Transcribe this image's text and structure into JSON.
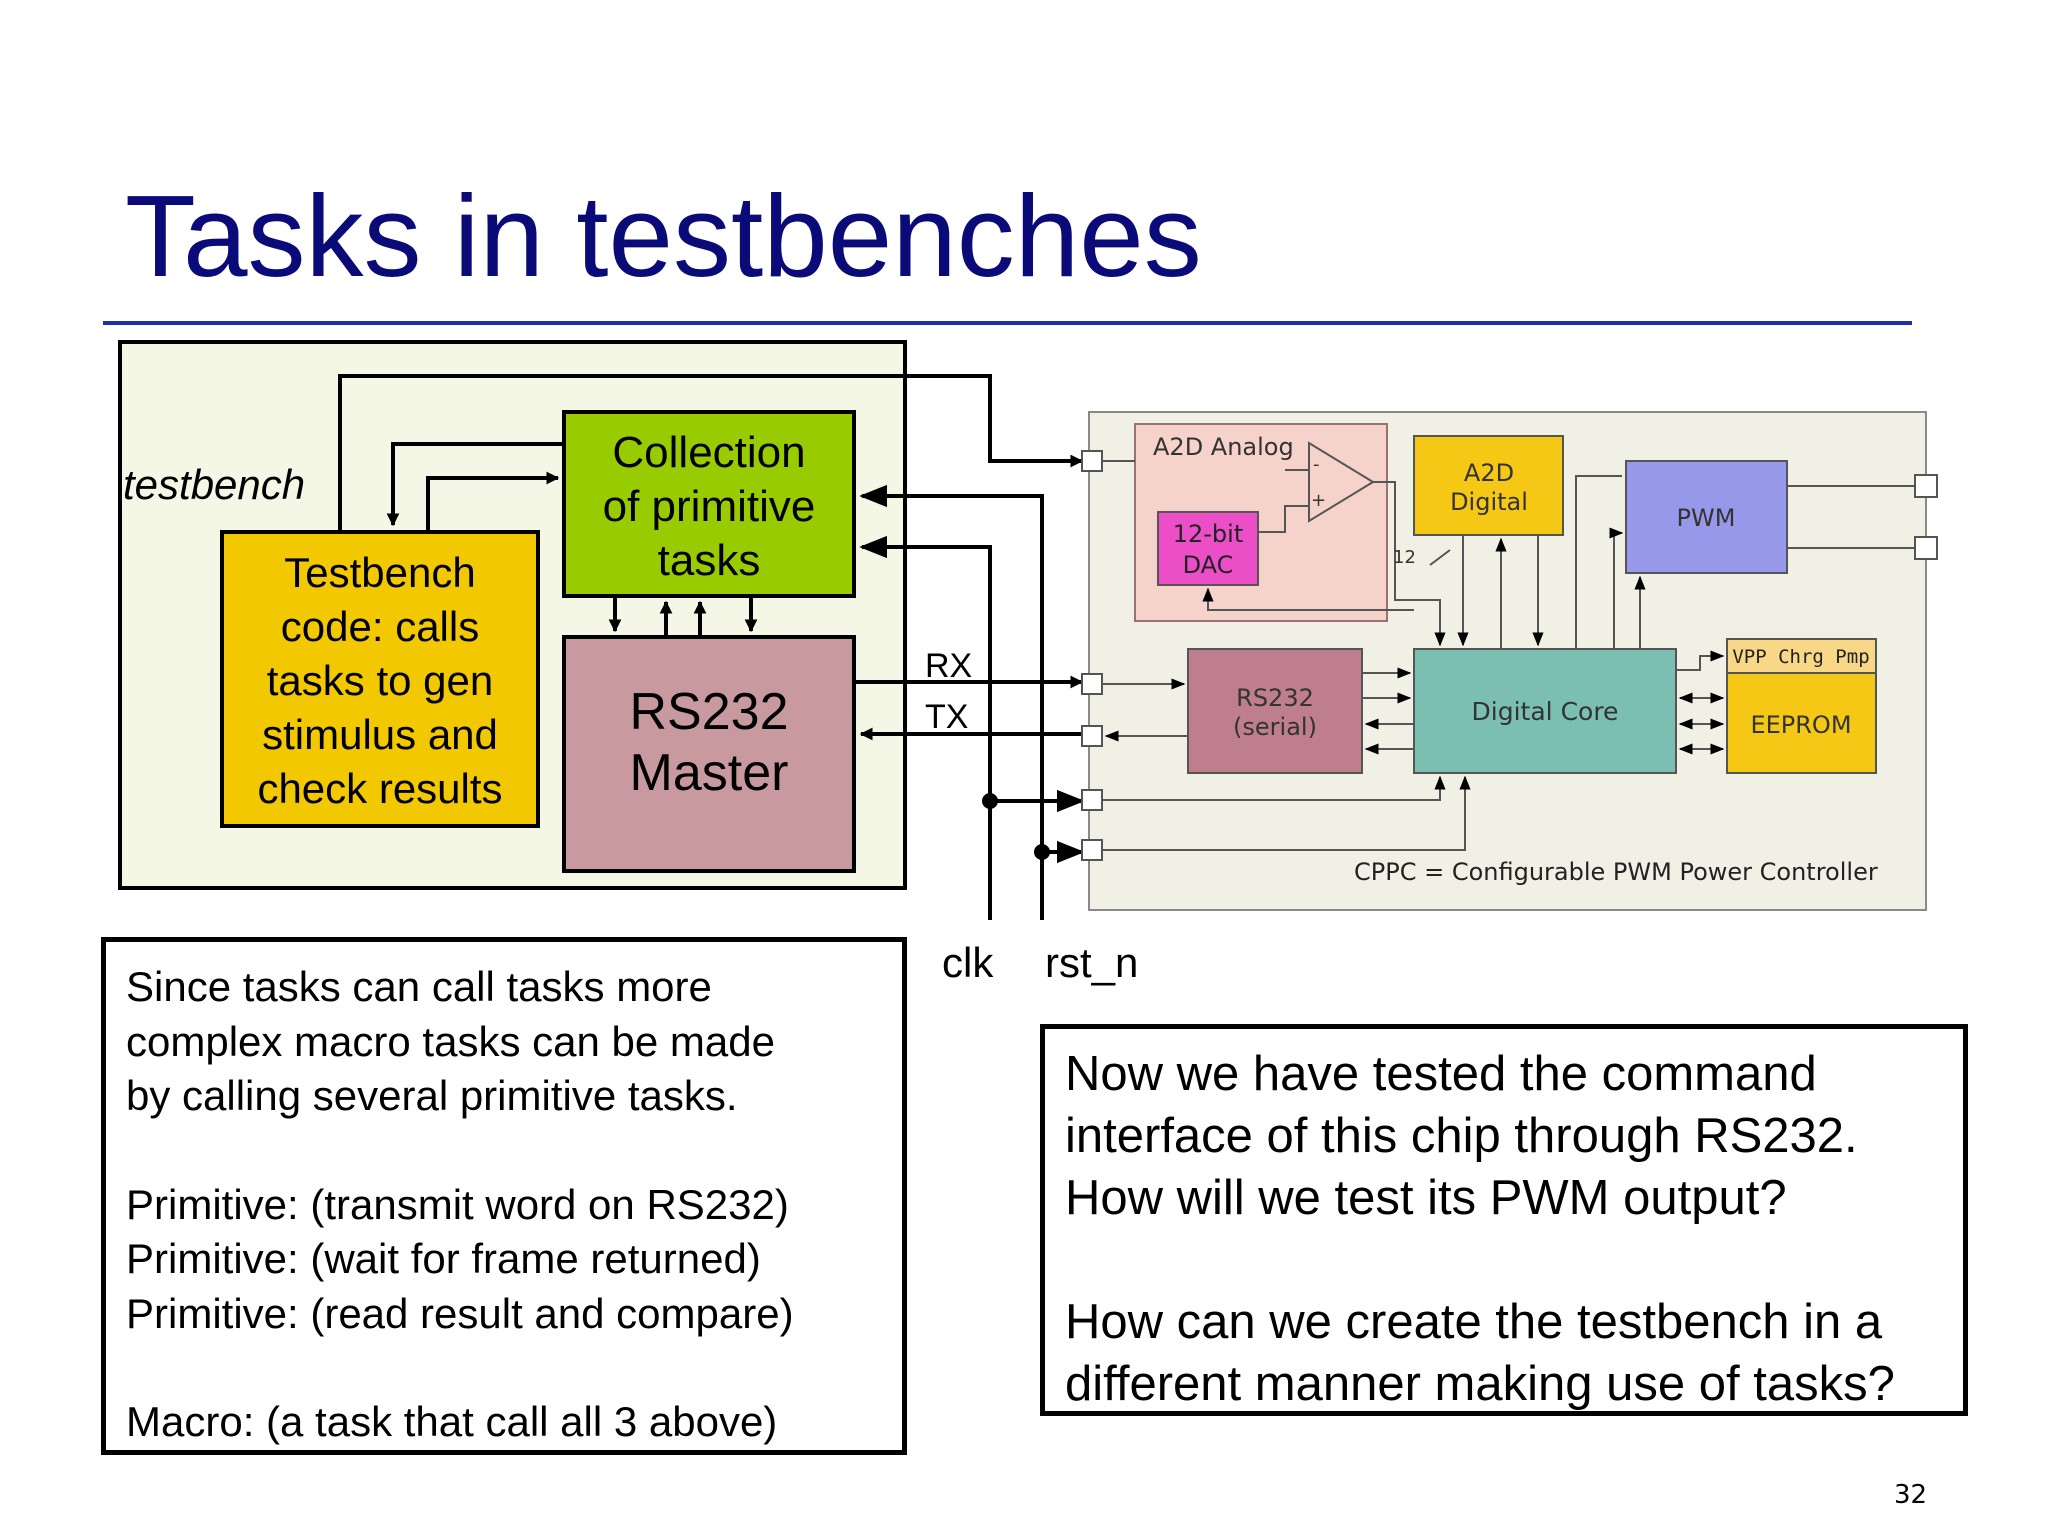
{
  "slide": {
    "title": "Tasks in testbenches",
    "page_number": "32"
  },
  "testbench": {
    "label": "testbench",
    "code_box": "Testbench code: calls tasks to gen stimulus and check results",
    "code_lines": [
      "Testbench",
      "code: calls",
      "tasks to gen",
      "stimulus and",
      "check results"
    ],
    "primitive_lines": [
      "Collection",
      "of primitive",
      "tasks"
    ],
    "rs232_master_lines": [
      "RS232",
      "Master"
    ]
  },
  "signals": {
    "rx": "RX",
    "tx": "TX",
    "clk": "clk",
    "rst_n": "rst_n"
  },
  "chip": {
    "a2d_analog": "A2D Analog",
    "dac_lines": [
      "12-bit",
      "DAC"
    ],
    "bus_width": "12",
    "a2d_digital_lines": [
      "A2D",
      "Digital"
    ],
    "pwm": "PWM",
    "rs232_serial_lines": [
      "RS232",
      "(serial)"
    ],
    "digital_core": "Digital Core",
    "vpp": "VPP Chrg Pmp",
    "eeprom": "EEPROM",
    "caption": "CPPC = Configurable PWM Power Controller",
    "comparator_minus": "-",
    "comparator_plus": "+"
  },
  "note_left": {
    "lines_a": [
      "Since tasks can call tasks more",
      "complex macro tasks can be made",
      "by calling several primitive tasks."
    ],
    "lines_b": [
      "Primitive: (transmit word on RS232)",
      "Primitive: (wait for frame returned)",
      "Primitive: (read result and compare)"
    ],
    "line_c": "Macro: (a task that call all 3 above)"
  },
  "note_right": {
    "lines_a": [
      "Now we have tested the command",
      "interface of this chip through RS232.",
      "How will we test its PWM output?"
    ],
    "lines_b": [
      "How can we create the testbench in a",
      "different manner making use of tasks?"
    ]
  },
  "colors": {
    "title": "#0a0a78",
    "rule": "#1a2fa8",
    "testbench_bg": "#f4f6e6",
    "code_box": "#f2c800",
    "primitive_box": "#99cc00",
    "rs232_master": "#c89aa0",
    "chip_bg": "#f0f0e4",
    "a2d_analog": "#f5d3cb",
    "dac": "#ec4ec8",
    "a2d_digital": "#f5c816",
    "pwm": "#9898ea",
    "rs232_serial": "#bf7e8c",
    "digital_core": "#7abfb2",
    "eeprom": "#f5c816",
    "vpp": "#f8d886"
  }
}
